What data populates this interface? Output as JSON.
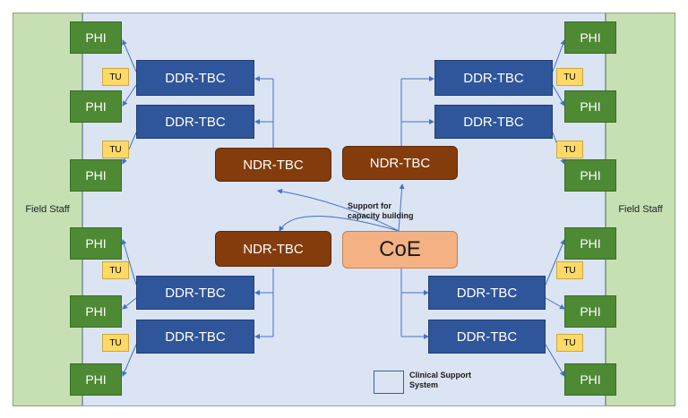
{
  "side_label": "Field Staff",
  "phi_label": "PHI",
  "tu_label": "TU",
  "ddr_label": "DDR-TBC",
  "ndr_label": "NDR-TBC",
  "coe_label": "CoE",
  "support_note": "Support for capacity building",
  "legend_label": "Clinical Support System",
  "colors": {
    "field_staff_bg": "#c6e0b4",
    "support_system_bg": "#dbe4f3",
    "phi": "#4e8a34",
    "ddr": "#2f559a",
    "ndr": "#843c0c",
    "coe": "#f4b183",
    "tu": "#ffd966",
    "connector": "#4472c4"
  }
}
